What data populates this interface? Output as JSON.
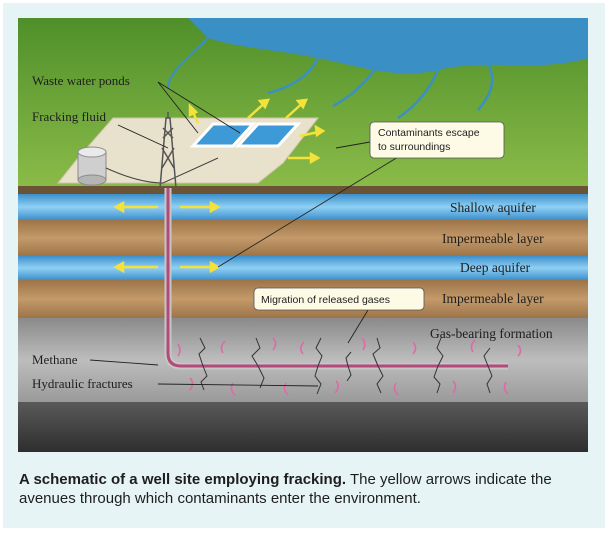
{
  "diagram": {
    "labels": {
      "waste_water_ponds": "Waste water ponds",
      "fracking_fluid": "Fracking fluid",
      "contaminants_line1": "Contaminants escape",
      "contaminants_line2": "to surroundings",
      "shallow_aquifer": "Shallow aquifer",
      "impermeable_layer_1": "Impermeable layer",
      "deep_aquifer": "Deep aquifer",
      "migration_gases": "Migration of released gases",
      "impermeable_layer_2": "Impermeable layer",
      "gas_bearing_formation": "Gas-bearing formation",
      "methane": "Methane",
      "hydraulic_fractures": "Hydraulic fractures"
    },
    "colors": {
      "grass": "#7fb23f",
      "river": "#3a8fc4",
      "aquifer": "#57a7dc",
      "soil": "#b48a5c",
      "rock_dark": "#4a4a4a",
      "well_pipe": "#b24b7a",
      "arrow": "#f4e23a",
      "methane": "#e06aa6"
    }
  },
  "caption": {
    "bold": "A schematic of a well site employing fracking.",
    "text": " The yellow arrows indicate the avenues through which contaminants enter the environment."
  }
}
